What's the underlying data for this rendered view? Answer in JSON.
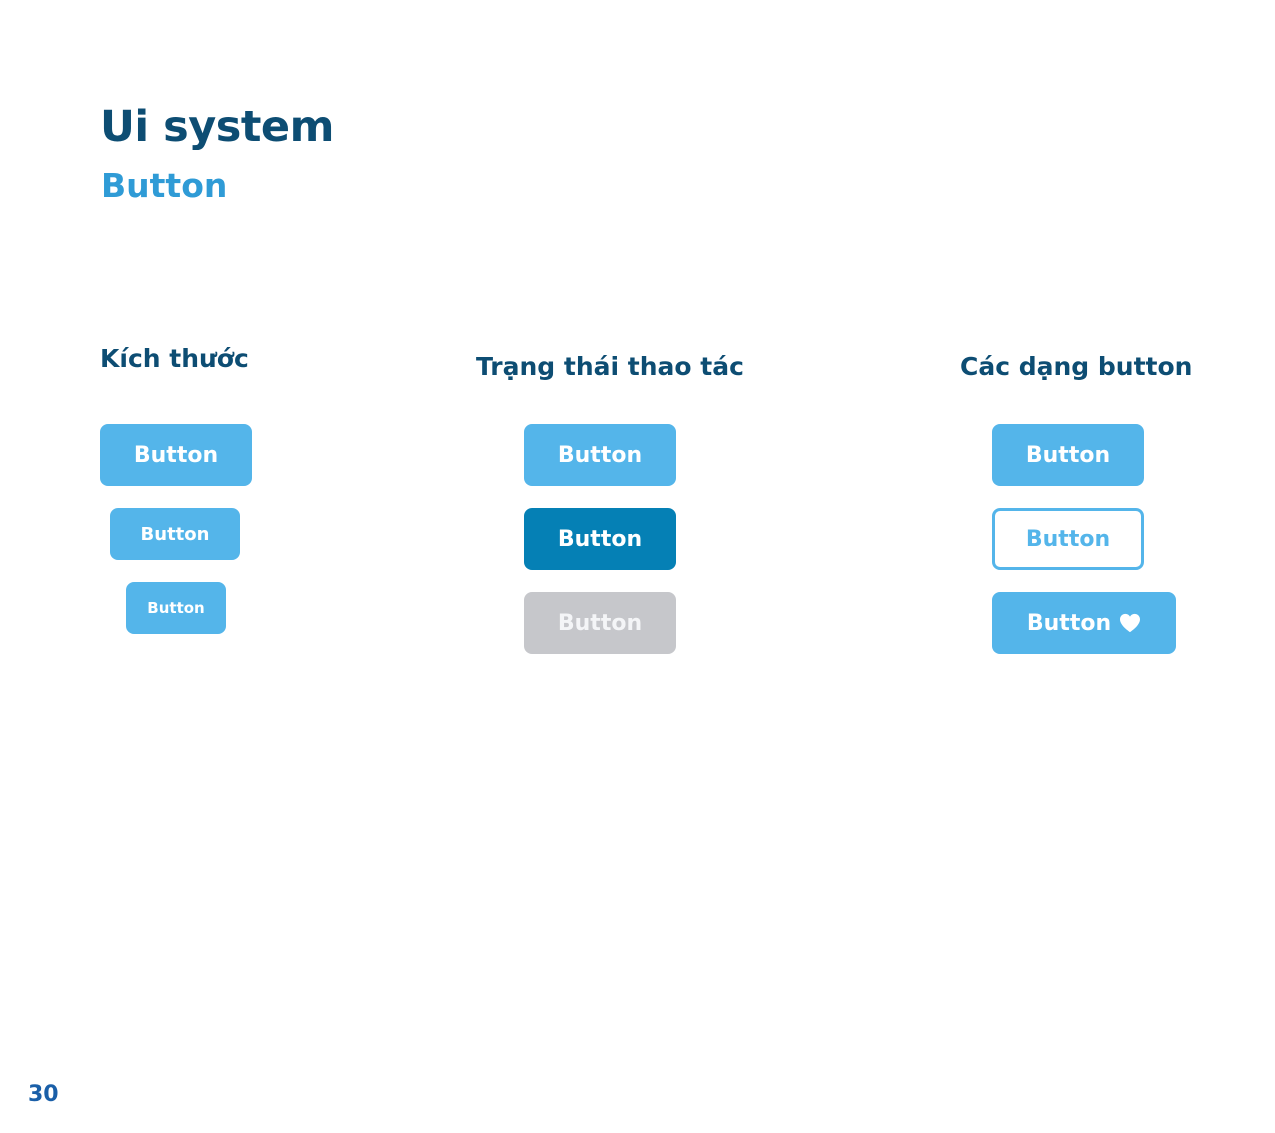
{
  "header": {
    "title": "Ui system",
    "subtitle": "Button"
  },
  "sections": {
    "size": {
      "title": "Kích thước",
      "buttons": [
        {
          "label": "Button",
          "variant": "large"
        },
        {
          "label": "Button",
          "variant": "medium"
        },
        {
          "label": "Button",
          "variant": "small"
        }
      ]
    },
    "state": {
      "title": "Trạng thái thao tác",
      "buttons": [
        {
          "label": "Button",
          "variant": "default"
        },
        {
          "label": "Button",
          "variant": "active"
        },
        {
          "label": "Button",
          "variant": "disabled"
        }
      ]
    },
    "type": {
      "title": "Các dạng button",
      "buttons": [
        {
          "label": "Button",
          "variant": "filled"
        },
        {
          "label": "Button",
          "variant": "outline"
        },
        {
          "label": "Button",
          "variant": "with-icon",
          "icon": "heart-icon"
        }
      ]
    }
  },
  "colors": {
    "primary": "#54b5ea",
    "active": "#0580b5",
    "disabled": "#c6c7cb",
    "heading": "#0d4d73",
    "subtitle": "#2f9bd6"
  },
  "footer": {
    "page_number": "30"
  }
}
